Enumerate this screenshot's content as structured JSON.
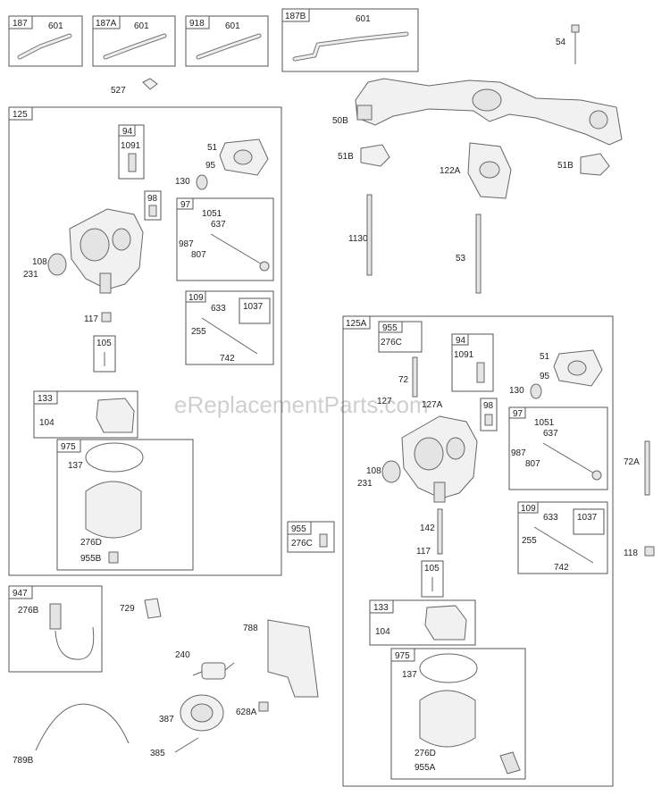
{
  "watermark": "eReplacementParts.com",
  "top_row": [
    {
      "id": "box-187",
      "tag": "187",
      "part": "601"
    },
    {
      "id": "box-187a",
      "tag": "187A",
      "part": "601"
    },
    {
      "id": "box-918",
      "tag": "918",
      "part": "601"
    },
    {
      "id": "box-187b",
      "tag": "187B",
      "part": "601"
    }
  ],
  "loose": {
    "l527": "527",
    "l54": "54",
    "l50b": "50B",
    "l51b_a": "51B",
    "l122a": "122A",
    "l51b_b": "51B",
    "l1130": "1130",
    "l53": "53",
    "l955_mid": "955",
    "l276c_mid": "276C",
    "l72a": "72A",
    "l118": "118",
    "l947": "947",
    "l276b": "276B",
    "l729": "729",
    "l240": "240",
    "l788": "788",
    "l387": "387",
    "l628a": "628A",
    "l385": "385",
    "l789b": "789B"
  },
  "left_group": {
    "tag": "125",
    "l94": "94",
    "l1091": "1091",
    "l51": "51",
    "l95": "95",
    "l130": "130",
    "l98": "98",
    "l97": "97",
    "l1051": "1051",
    "l637": "637",
    "l987": "987",
    "l807": "807",
    "l108": "108",
    "l231": "231",
    "l117": "117",
    "l105": "105",
    "l109": "109",
    "l633": "633",
    "l1037": "1037",
    "l255": "255",
    "l742": "742",
    "l133": "133",
    "l104": "104",
    "l975": "975",
    "l137": "137",
    "l276d": "276D",
    "l955b": "955B"
  },
  "right_group": {
    "tag": "125A",
    "l955": "955",
    "l276c": "276C",
    "l94": "94",
    "l1091": "1091",
    "l72": "72",
    "l127": "127",
    "l127a": "127A",
    "l51": "51",
    "l95": "95",
    "l130": "130",
    "l98": "98",
    "l97": "97",
    "l1051": "1051",
    "l637": "637",
    "l987": "987",
    "l807": "807",
    "l108": "108",
    "l231": "231",
    "l142": "142",
    "l117": "117",
    "l105": "105",
    "l109": "109",
    "l633": "633",
    "l1037": "1037",
    "l255": "255",
    "l742": "742",
    "l133": "133",
    "l104": "104",
    "l975": "975",
    "l137": "137",
    "l276d": "276D",
    "l955a": "955A"
  }
}
